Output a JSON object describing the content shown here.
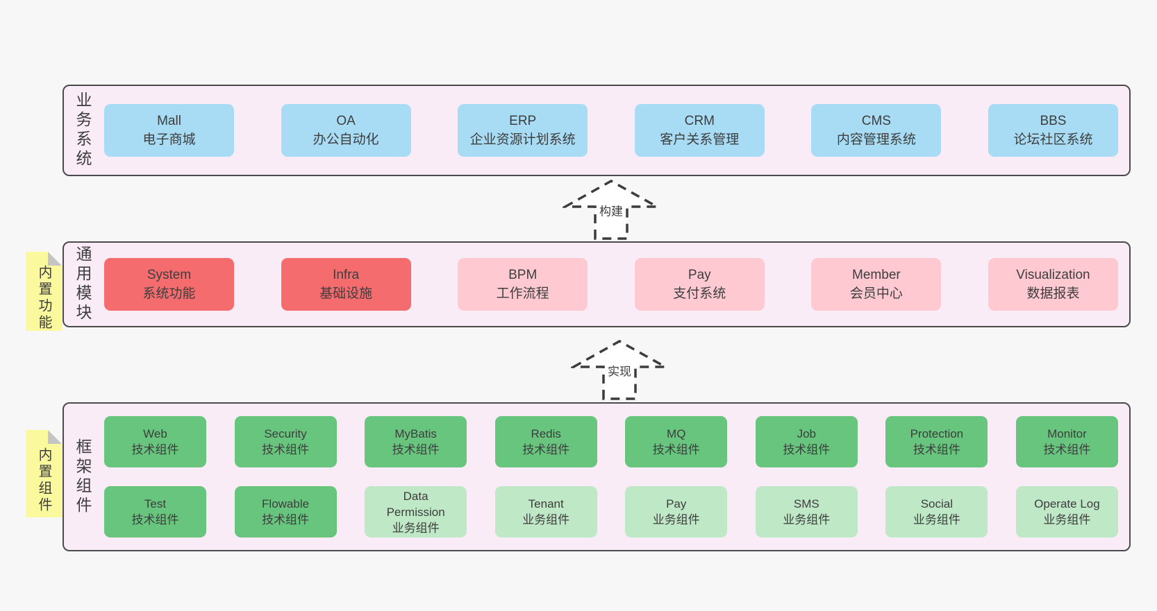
{
  "diagram": {
    "layers": [
      {
        "label": "业务系统",
        "boxes": [
          {
            "name": "Mall",
            "desc": "电子商城",
            "type": "blue"
          },
          {
            "name": "OA",
            "desc": "办公自动化",
            "type": "blue"
          },
          {
            "name": "ERP",
            "desc": "企业资源计划系统",
            "type": "blue"
          },
          {
            "name": "CRM",
            "desc": "客户关系管理",
            "type": "blue"
          },
          {
            "name": "CMS",
            "desc": "内容管理系统",
            "type": "blue"
          },
          {
            "name": "BBS",
            "desc": "论坛社区系统",
            "type": "blue"
          }
        ]
      },
      {
        "label": "通用模块",
        "note": "内置功能",
        "boxes": [
          {
            "name": "System",
            "desc": "系统功能",
            "type": "red"
          },
          {
            "name": "Infra",
            "desc": "基础设施",
            "type": "red"
          },
          {
            "name": "BPM",
            "desc": "工作流程",
            "type": "pink"
          },
          {
            "name": "Pay",
            "desc": "支付系统",
            "type": "pink"
          },
          {
            "name": "Member",
            "desc": "会员中心",
            "type": "pink"
          },
          {
            "name": "Visualization",
            "desc": "数据报表",
            "type": "pink"
          }
        ]
      },
      {
        "label": "框架组件",
        "note": "内置组件",
        "rows": [
          [
            {
              "name": "Web",
              "desc": "技术组件",
              "type": "green-dark"
            },
            {
              "name": "Security",
              "desc": "技术组件",
              "type": "green-dark"
            },
            {
              "name": "MyBatis",
              "desc": "技术组件",
              "type": "green-dark"
            },
            {
              "name": "Redis",
              "desc": "技术组件",
              "type": "green-dark"
            },
            {
              "name": "MQ",
              "desc": "技术组件",
              "type": "green-dark"
            },
            {
              "name": "Job",
              "desc": "技术组件",
              "type": "green-dark"
            },
            {
              "name": "Protection",
              "desc": "技术组件",
              "type": "green-dark"
            },
            {
              "name": "Monitor",
              "desc": "技术组件",
              "type": "green-dark"
            }
          ],
          [
            {
              "name": "Test",
              "desc": "技术组件",
              "type": "green-dark"
            },
            {
              "name": "Flowable",
              "desc": "技术组件",
              "type": "green-dark"
            },
            {
              "name": "Data Permission",
              "desc": "业务组件",
              "type": "green-light"
            },
            {
              "name": "Tenant",
              "desc": "业务组件",
              "type": "green-light"
            },
            {
              "name": "Pay",
              "desc": "业务组件",
              "type": "green-light"
            },
            {
              "name": "SMS",
              "desc": "业务组件",
              "type": "green-light"
            },
            {
              "name": "Social",
              "desc": "业务组件",
              "type": "green-light"
            },
            {
              "name": "Operate Log",
              "desc": "业务组件",
              "type": "green-light"
            }
          ]
        ]
      }
    ],
    "arrows": [
      {
        "label": "构建"
      },
      {
        "label": "实现"
      }
    ],
    "colors": {
      "page_bg": "#f7f7f7",
      "layer_bg": "#f9ecf7",
      "layer_border": "#4a4a4a",
      "blue": "#a8dcf5",
      "red": "#f56c6e",
      "pink": "#ffc9d2",
      "green_dark": "#67c57e",
      "green_light": "#bfe8c7",
      "note_yellow": "#fbf99d",
      "fold_gray": "#c4c4c4",
      "text": "#3d3d3d"
    }
  }
}
